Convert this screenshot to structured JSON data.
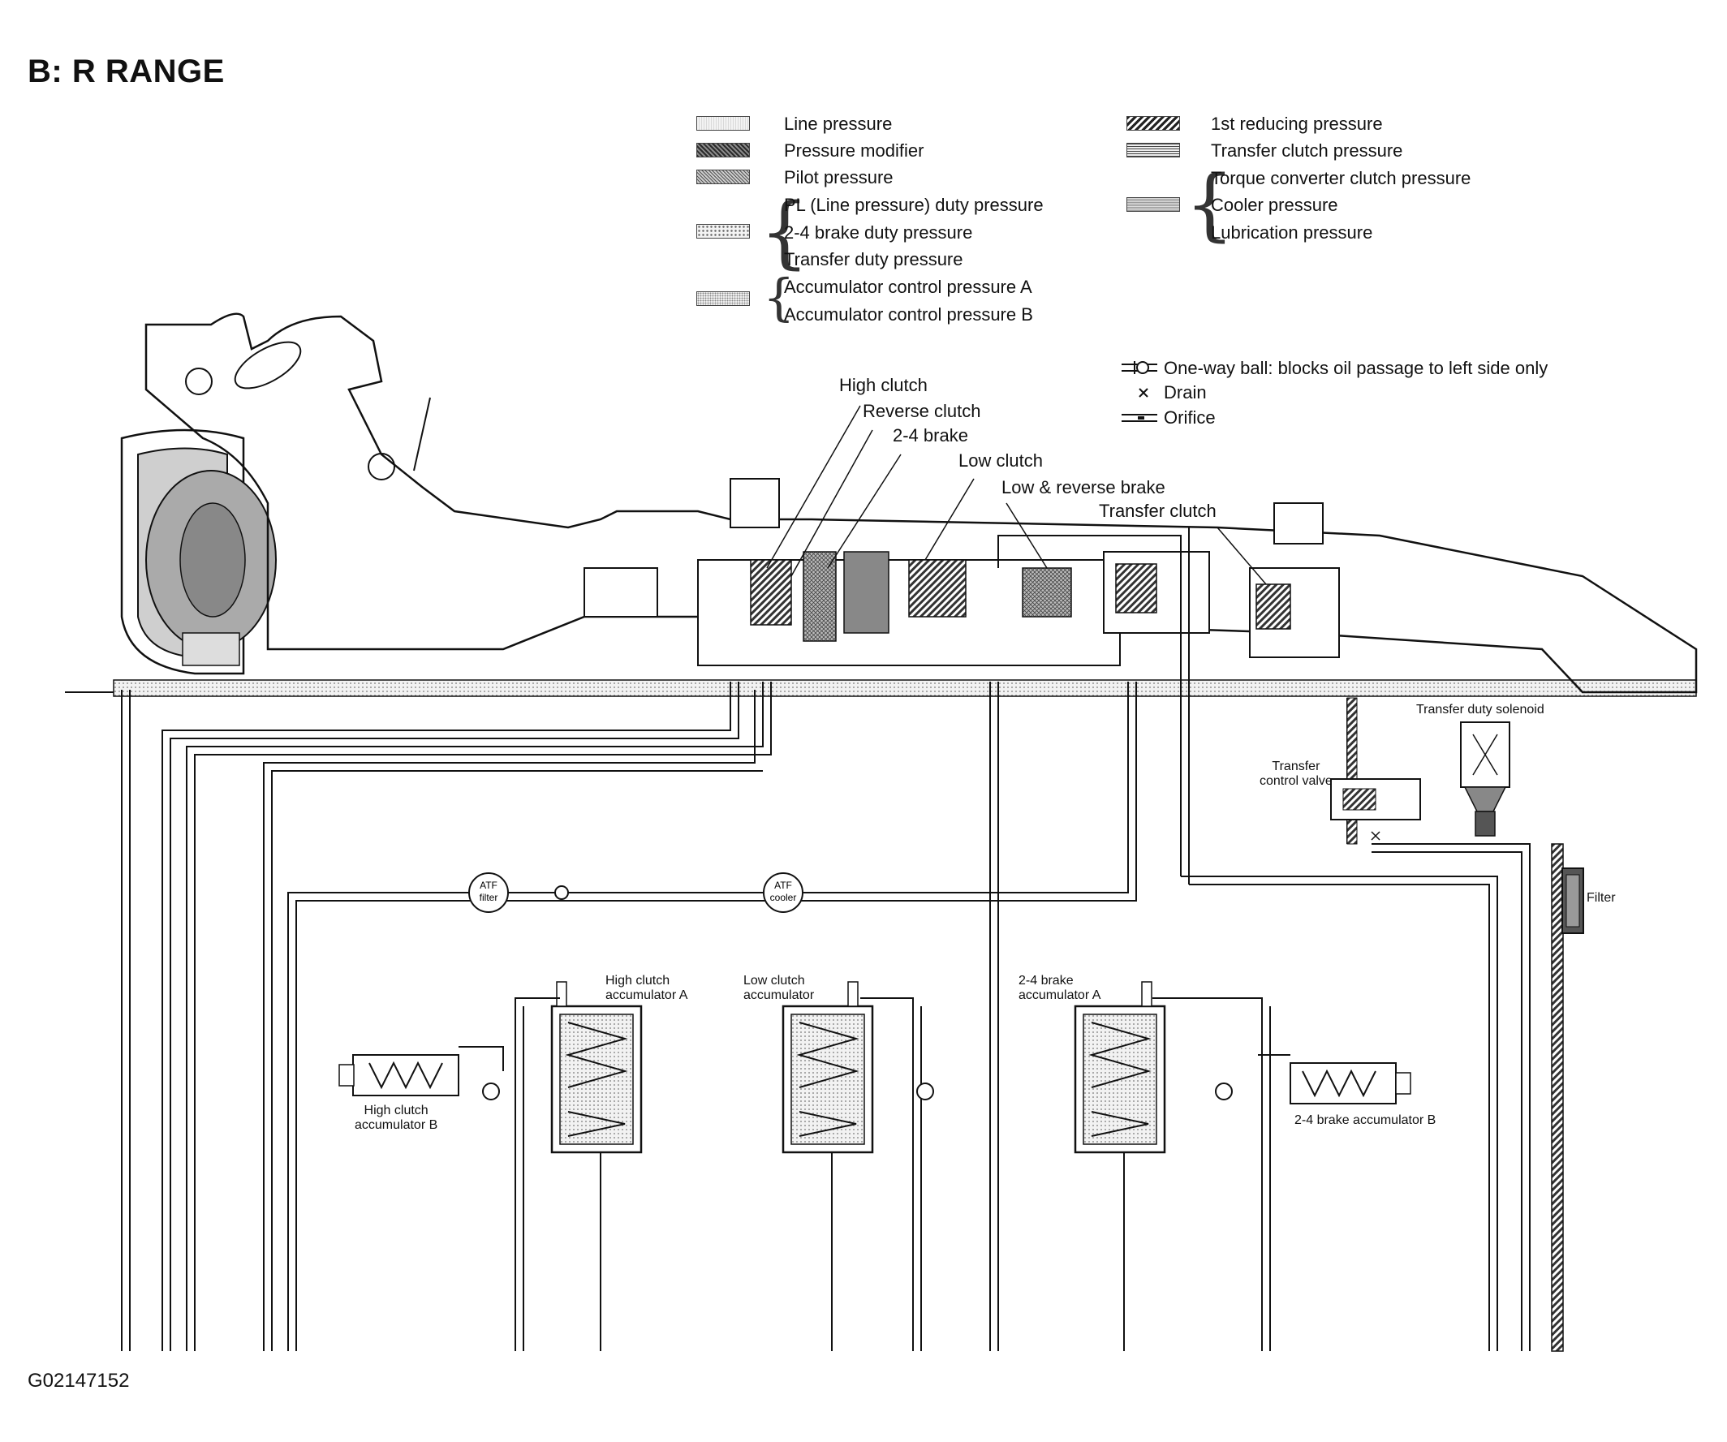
{
  "title": "B: R RANGE",
  "figure_id": "G02147152",
  "legend": {
    "left": [
      {
        "label": "Line pressure",
        "swatch": "line"
      },
      {
        "label": "Pressure modifier",
        "swatch": "modifier"
      },
      {
        "label": "Pilot pressure",
        "swatch": "pilot"
      }
    ],
    "duty_group": [
      "PL (Line pressure) duty pressure",
      "2-4 brake duty pressure",
      "Transfer duty pressure"
    ],
    "accumulator_group": [
      "Accumulator control pressure A",
      "Accumulator control pressure B"
    ],
    "right": [
      {
        "label": "1st reducing pressure",
        "swatch": "reducing"
      },
      {
        "label": "Transfer clutch pressure",
        "swatch": "transfer"
      }
    ],
    "cooler_group": [
      "Torque converter clutch pressure",
      "Cooler pressure",
      "Lubrication pressure"
    ]
  },
  "symbols": [
    {
      "label": "One-way ball: blocks oil passage to left side only",
      "icon": "one-way-ball-icon"
    },
    {
      "label": "Drain",
      "icon": "drain-icon"
    },
    {
      "label": "Orifice",
      "icon": "orifice-icon"
    }
  ],
  "callouts": [
    "High clutch",
    "Reverse clutch",
    "2-4 brake",
    "Low clutch",
    "Low & reverse brake",
    "Transfer clutch"
  ],
  "components": {
    "transfer_duty_solenoid": "Transfer duty solenoid",
    "transfer_control_valve": [
      "Transfer",
      "control valve"
    ],
    "filter": "Filter",
    "atf_filter": [
      "ATF",
      "filter"
    ],
    "atf_cooler": [
      "ATF",
      "cooler"
    ],
    "high_clutch_acc_a": [
      "High clutch",
      "accumulator A"
    ],
    "high_clutch_acc_b": [
      "High clutch",
      "accumulator B"
    ],
    "low_clutch_acc": [
      "Low clutch",
      "accumulator"
    ],
    "brake_acc_a": [
      "2-4 brake",
      "accumulator A"
    ],
    "brake_acc_b": "2-4 brake accumulator B"
  },
  "colors": {
    "ink": "#111111",
    "fill_dark": "#555555",
    "fill_light": "#d8d8d8",
    "background": "#ffffff"
  }
}
